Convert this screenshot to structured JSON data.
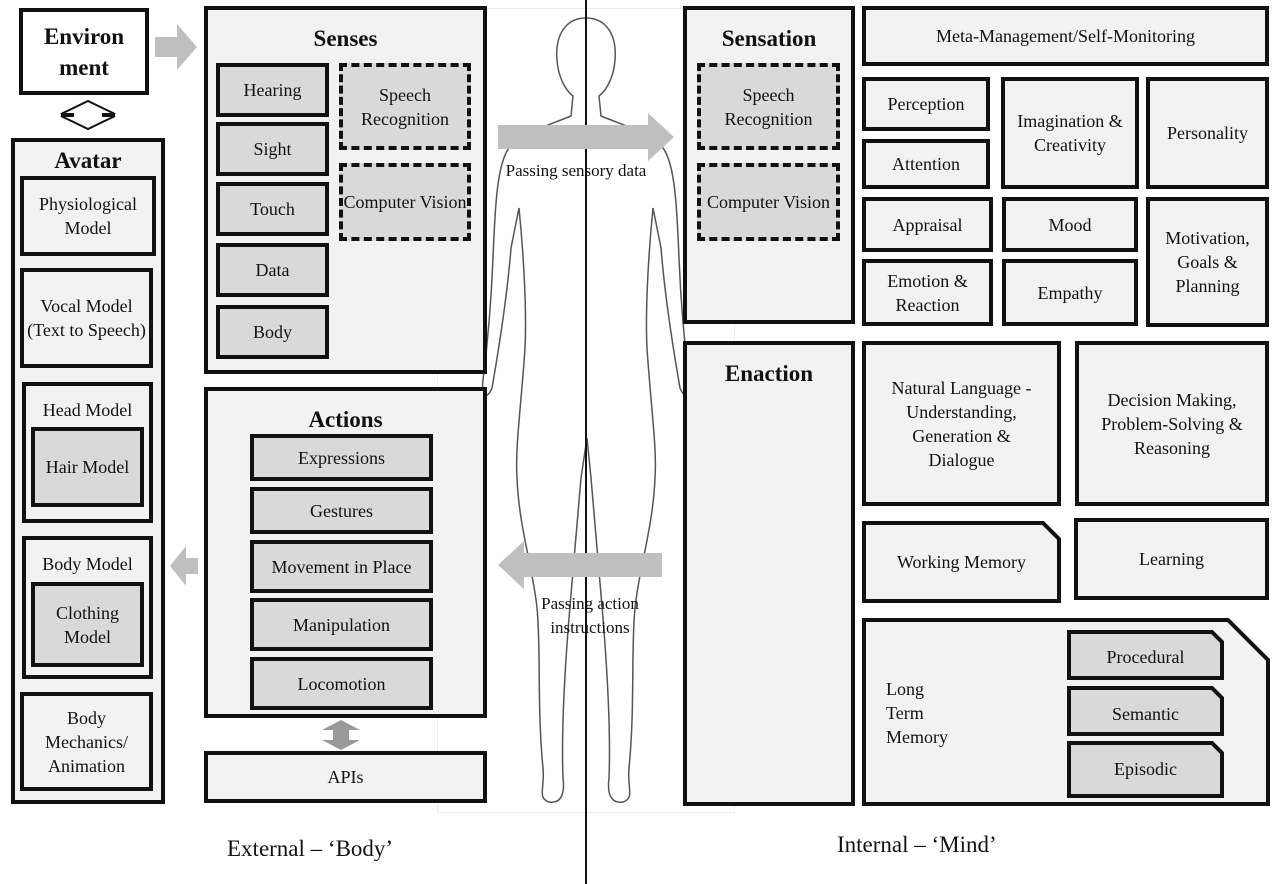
{
  "environment": {
    "label": "Environ ment"
  },
  "avatar": {
    "title": "Avatar",
    "items": {
      "physiological": "Physiological Model",
      "vocal": "Vocal Model (Text to Speech)",
      "head": "Head Model",
      "hair": "Hair Model",
      "body": "Body Model",
      "clothing": "Clothing Model",
      "mechanics": "Body Mechanics/ Animation"
    }
  },
  "senses": {
    "title": "Senses",
    "items": [
      "Hearing",
      "Sight",
      "Touch",
      "Data",
      "Body"
    ],
    "speech_recognition": "Speech Recognition",
    "computer_vision": "Computer Vision"
  },
  "actions": {
    "title": "Actions",
    "items": [
      "Expressions",
      "Gestures",
      "Movement in Place",
      "Manipulation",
      "Locomotion"
    ]
  },
  "apis": {
    "label": "APIs"
  },
  "flow": {
    "sensory": "Passing sensory data",
    "action": "Passing action instructions"
  },
  "sensation": {
    "title": "Sensation",
    "speech_recognition": "Speech Recognition",
    "computer_vision": "Computer Vision"
  },
  "enaction": {
    "title": "Enaction"
  },
  "mind": {
    "meta": "Meta-Management/Self-Monitoring",
    "perception": "Perception",
    "attention": "Attention",
    "imagination": "Imagination & Creativity",
    "personality": "Personality",
    "appraisal": "Appraisal",
    "mood": "Mood",
    "emotion": "Emotion & Reaction",
    "empathy": "Empathy",
    "motivation": "Motivation, Goals & Planning",
    "nlu": "Natural Language - Understanding, Generation & Dialogue",
    "decision": "Decision Making, Problem-Solving & Reasoning",
    "working_memory": "Working Memory",
    "learning": "Learning",
    "long_term": "Long Term Memory",
    "procedural": "Procedural",
    "semantic": "Semantic",
    "episodic": "Episodic"
  },
  "captions": {
    "external": "External – ‘Body’",
    "internal": "Internal – ‘Mind’"
  },
  "colors": {
    "border": "#111111",
    "fill_light": "#f2f2f2",
    "fill_inner": "#d9d9d9",
    "arrow": "#bfbfbf"
  }
}
